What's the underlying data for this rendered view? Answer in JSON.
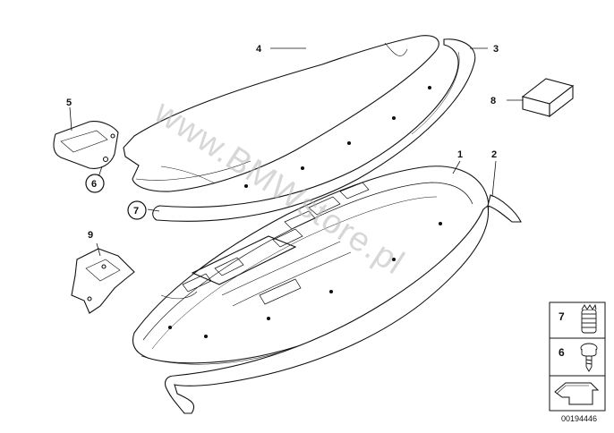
{
  "watermark": "www.BMWstore.pl",
  "callouts": {
    "part1": "1",
    "part2": "2",
    "part3": "3",
    "part4": "4",
    "part5": "5",
    "part6": "6",
    "part7": "7",
    "part8": "8",
    "part9": "9"
  },
  "legend": {
    "item7": "7",
    "item6": "6"
  },
  "document_id": "00194446"
}
